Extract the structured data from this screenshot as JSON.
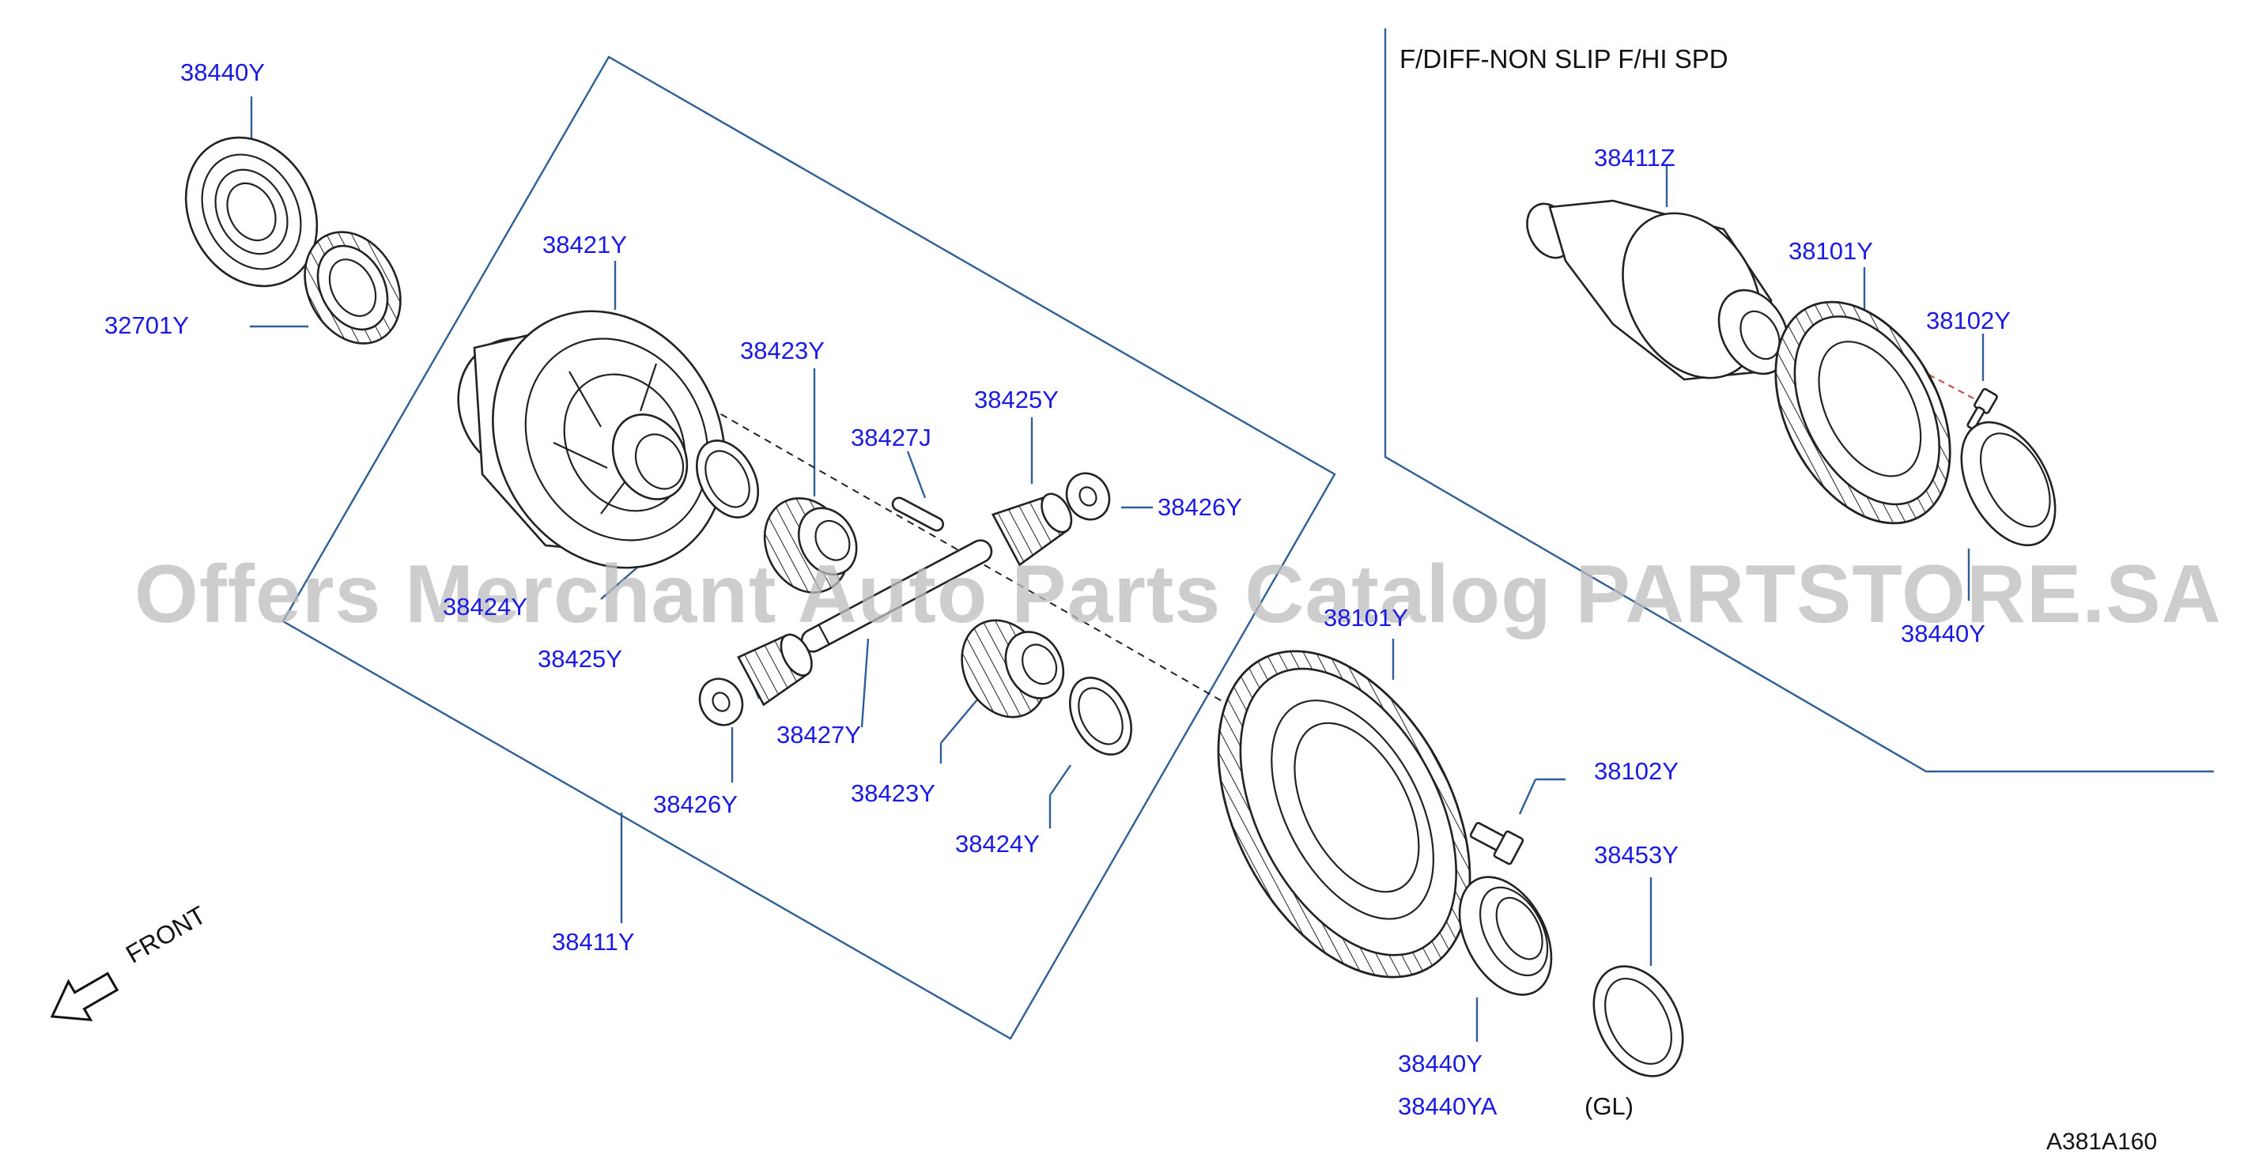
{
  "variant_title": "F/DIFF-NON  SLIP  F/HI  SPD",
  "watermark": "Offers Merchant Auto Parts Catalog PARTSTORE.SA",
  "figure_code": "A381A160",
  "direction_label": "FRONT",
  "note_gl": "(GL)",
  "colors": {
    "label": "#1a1ae6",
    "leader": "#2f5f96",
    "part_outline": "#222222",
    "watermark": "#bdbdbd"
  },
  "labels": {
    "bearing_top": "38440Y",
    "speedo_gear": "32701Y",
    "case": "38421Y",
    "side_gear_a": "38423Y",
    "pin_j": "38427J",
    "pinion_a": "38425Y",
    "washer_pinion_a": "38426Y",
    "washer_side_a": "38424Y",
    "pinion_b": "38425Y",
    "shaft": "38427Y",
    "washer_pinion_b": "38426Y",
    "side_gear_b": "38423Y",
    "washer_side_b": "38424Y",
    "diff_assy": "38411Y",
    "final_gear": "38101Y",
    "bolt": "38102Y",
    "shim": "38453Y",
    "bearing_bottom": "38440Y",
    "bearing_bottom_alt": "38440YA",
    "alt_diff_assy": "38411Z",
    "alt_final_gear": "38101Y",
    "alt_bolt": "38102Y",
    "alt_bearing": "38440Y"
  }
}
